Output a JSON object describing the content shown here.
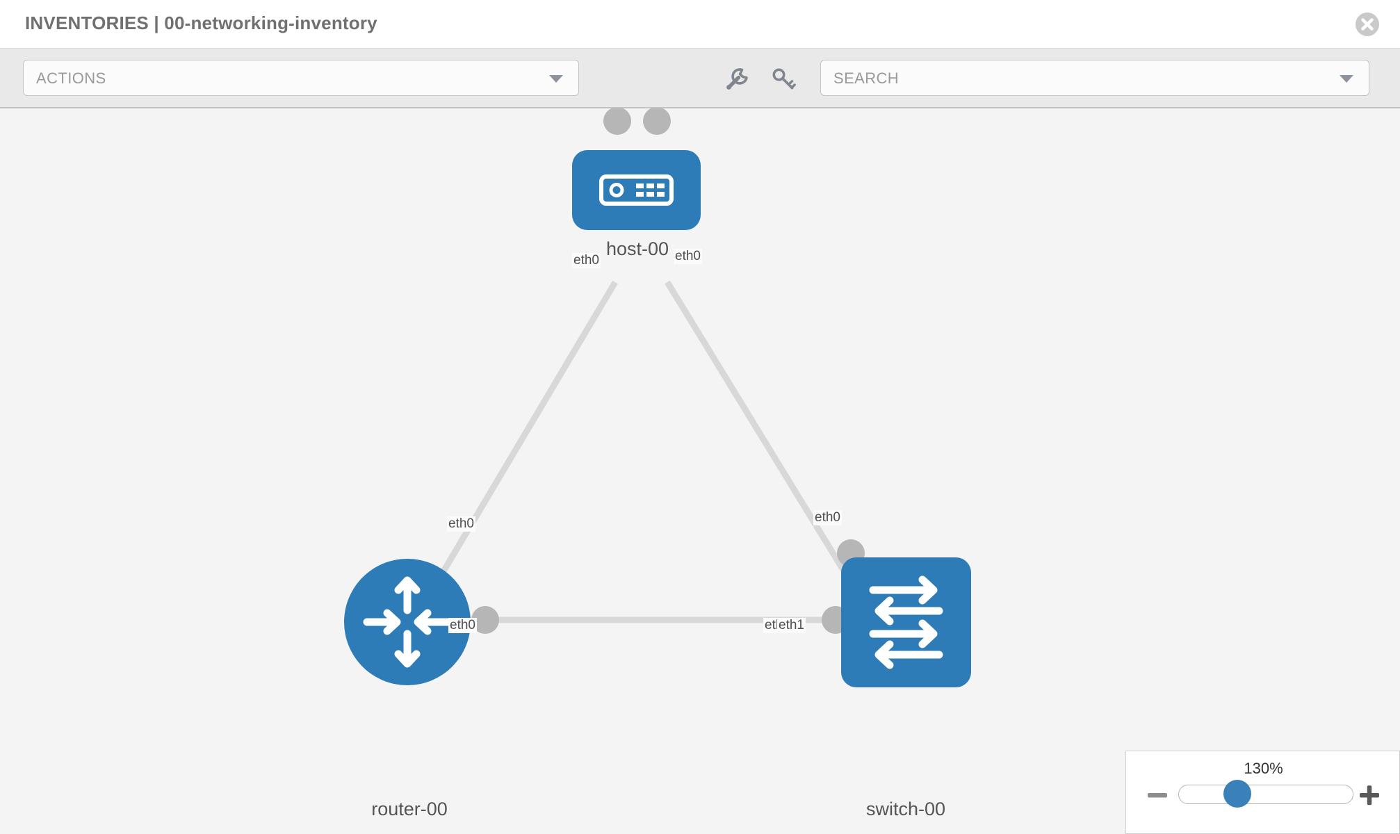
{
  "header": {
    "title": "INVENTORIES | 00-networking-inventory",
    "close_icon": "close-circle-icon"
  },
  "toolbar": {
    "actions": {
      "label": "ACTIONS",
      "caret_icon": "chevron-down-icon"
    },
    "search": {
      "placeholder": "SEARCH",
      "label": "SEARCH",
      "caret_icon": "chevron-down-icon"
    },
    "tools": [
      {
        "icon": "wrench-icon",
        "name": "wrench"
      },
      {
        "icon": "key-icon",
        "name": "key"
      }
    ]
  },
  "topology": {
    "nodes": [
      {
        "id": "host-00",
        "label": "host-00",
        "type": "host",
        "icon": "server-icon"
      },
      {
        "id": "router-00",
        "label": "router-00",
        "type": "router",
        "icon": "router-arrows-icon"
      },
      {
        "id": "switch-00",
        "label": "switch-00",
        "type": "switch",
        "icon": "switch-arrows-icon"
      }
    ],
    "links": [
      {
        "from": "host-00",
        "to": "router-00",
        "from_port": "eth0",
        "to_port": "eth0"
      },
      {
        "from": "host-00",
        "to": "switch-00",
        "from_port": "eth0",
        "to_port": "eth0"
      },
      {
        "from": "router-00",
        "to": "switch-00",
        "from_port": "eth0",
        "to_port": "eth1"
      }
    ],
    "port_labels": {
      "host_left": "eth0",
      "host_right": "eth0",
      "router_up": "eth0",
      "switch_up": "eth0",
      "router_right": "eth0",
      "switch_left_back": "eth1",
      "switch_left": "eth1"
    },
    "colors": {
      "node_fill": "#2d7cb8",
      "link": "#d8d8d8",
      "port_dot": "#b6b6b6",
      "canvas_bg": "#f4f4f4"
    }
  },
  "zoom_control": {
    "value": "130%",
    "minus_icon": "minus-icon",
    "plus_icon": "plus-icon",
    "thumb_position_percent": 60
  }
}
